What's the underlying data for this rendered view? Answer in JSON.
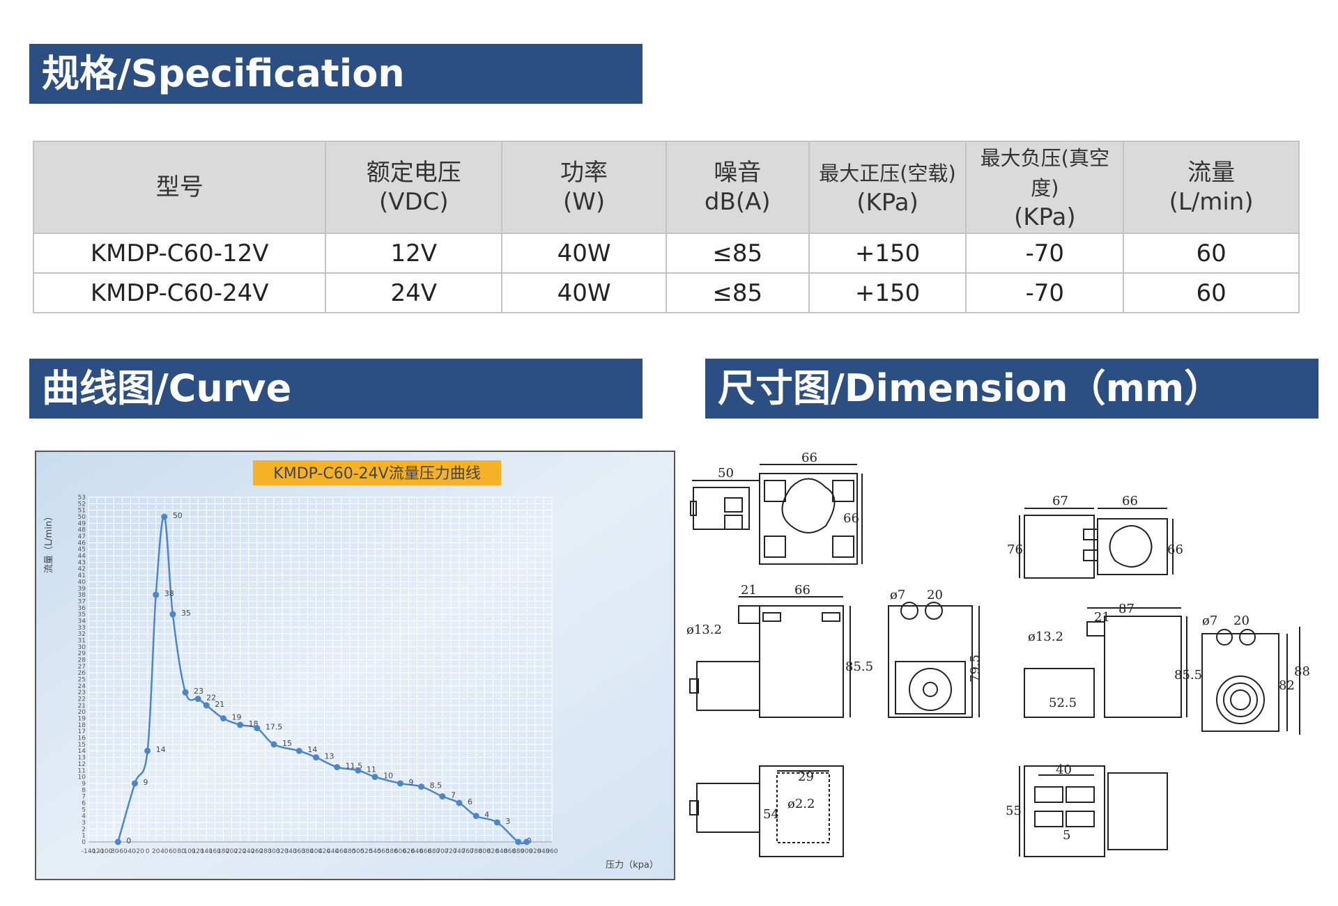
{
  "sections": {
    "spec_title": "规格/Specification",
    "curve_title": "曲线图/Curve",
    "dimension_title": "尺寸图/Dimension（mm）"
  },
  "table": {
    "headers": [
      {
        "line1": "型号",
        "line2": ""
      },
      {
        "line1": "额定电压",
        "line2": "(VDC)"
      },
      {
        "line1": "功率",
        "line2": "(W)"
      },
      {
        "line1": "噪音",
        "line2": "dB(A)"
      },
      {
        "line1": "最大正压(空载)",
        "line2": "(KPa)"
      },
      {
        "line1": "最大负压(真空度)",
        "line2": "(KPa)"
      },
      {
        "line1": "流量",
        "line2": "(L/min)"
      }
    ],
    "rows": [
      [
        "KMDP-C60-12V",
        "12V",
        "40W",
        "≤85",
        "+150",
        "-70",
        "60"
      ],
      [
        "KMDP-C60-24V",
        "24V",
        "40W",
        "≤85",
        "+150",
        "-70",
        "60"
      ]
    ]
  },
  "chart_data": {
    "type": "line",
    "title": "KMDP-C60-24V流量压力曲线",
    "xlabel": "压力（kpa）",
    "ylabel": "流量（L/min）",
    "x_tick_labels": [
      "-140",
      "-120",
      "-100",
      "-80",
      "-60",
      "-40",
      "-20",
      "0",
      "20",
      "40",
      "60",
      "80",
      "100",
      "120",
      "140",
      "160",
      "180",
      "200",
      "220",
      "240",
      "260",
      "280",
      "300",
      "320",
      "340",
      "360",
      "380",
      "400",
      "420",
      "440",
      "460",
      "480",
      "500",
      "520",
      "540",
      "560",
      "580",
      "600",
      "620",
      "640",
      "660",
      "680",
      "700",
      "720",
      "740",
      "760",
      "780",
      "800",
      "820",
      "840",
      "860",
      "880",
      "900",
      "920",
      "940",
      "960"
    ],
    "xlim": [
      -140,
      960
    ],
    "ylim": [
      0,
      53
    ],
    "y_ticks": [
      0,
      1,
      2,
      3,
      4,
      5,
      6,
      7,
      8,
      9,
      10,
      11,
      12,
      13,
      14,
      15,
      16,
      17,
      18,
      19,
      20,
      21,
      22,
      23,
      24,
      25,
      26,
      27,
      28,
      29,
      30,
      31,
      32,
      33,
      34,
      35,
      36,
      37,
      38,
      39,
      40,
      41,
      42,
      43,
      44,
      45,
      46,
      47,
      48,
      49,
      50,
      51,
      52,
      53
    ],
    "grid": true,
    "series": [
      {
        "color": "#4a86c8",
        "x": [
          -70,
          -30,
          0,
          20,
          40,
          60,
          90,
          120,
          140,
          180,
          220,
          260,
          300,
          360,
          400,
          450,
          500,
          540,
          600,
          650,
          700,
          740,
          780,
          830,
          880,
          900
        ],
        "y": [
          0,
          9,
          14,
          38,
          50,
          35,
          23,
          22,
          21,
          19,
          18,
          17.5,
          15,
          14,
          13,
          11.5,
          11,
          10,
          9,
          8.5,
          7,
          6,
          4,
          3,
          0,
          0
        ],
        "labels": [
          "0",
          "9",
          "14",
          "38",
          "50",
          "35",
          "23",
          "22",
          "21",
          "19",
          "18",
          "17.5",
          "15",
          "14",
          "13",
          "11.5",
          "11",
          "10",
          "9",
          "8.5",
          "7",
          "6",
          "4",
          "3",
          "0",
          ""
        ]
      }
    ]
  },
  "dimensions": {
    "top_left": [
      "50",
      "66",
      "66"
    ],
    "mid_left": [
      "21",
      "66",
      "ø13.2",
      "85.5"
    ],
    "mid_center": [
      "ø7",
      "20",
      "79.5"
    ],
    "bottom_left": [
      "29",
      "ø2.2",
      "54"
    ],
    "top_right": [
      "67",
      "66",
      "76",
      "66"
    ],
    "mid_right": [
      "87",
      "21",
      "ø13.2",
      "52.5",
      "85.5"
    ],
    "far_right": [
      "ø7",
      "20",
      "88",
      "82"
    ],
    "bottom_right": [
      "40",
      "55",
      "5"
    ]
  }
}
